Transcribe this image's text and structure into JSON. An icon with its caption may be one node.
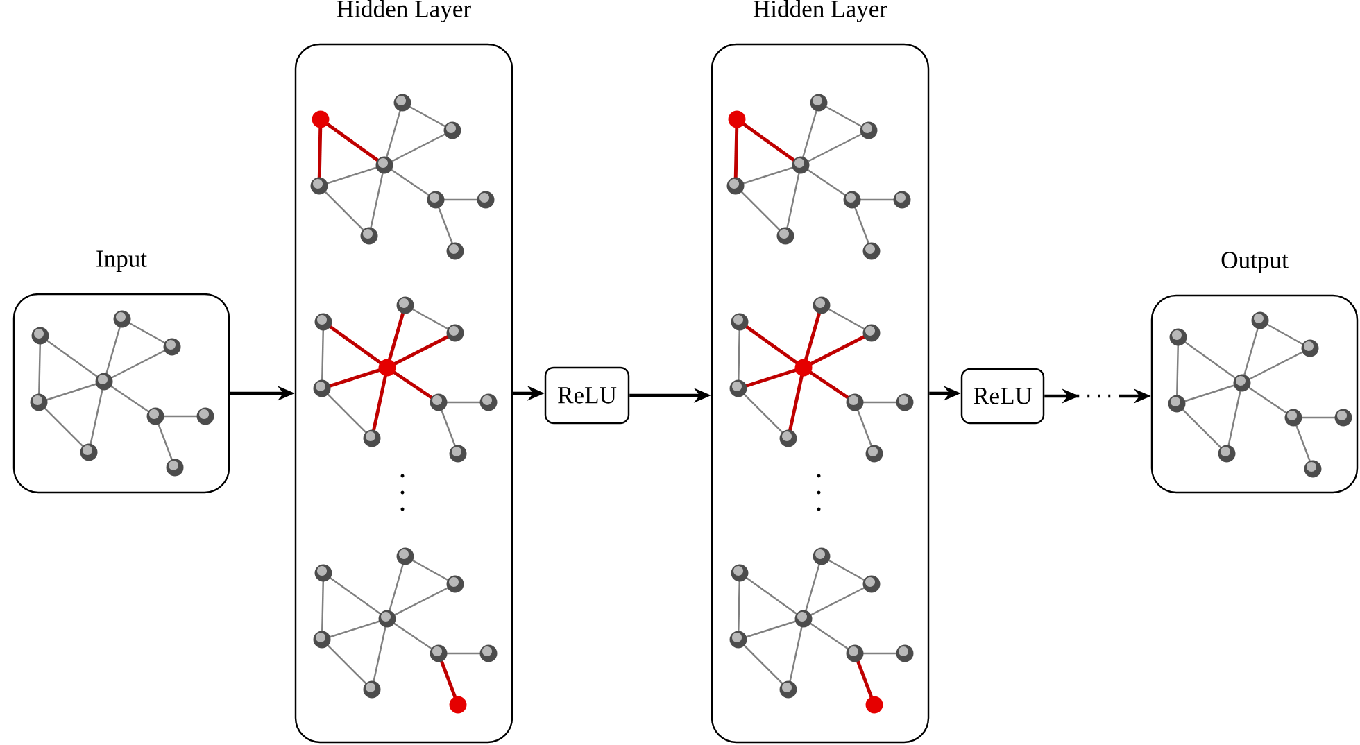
{
  "diagram": {
    "nodes": [
      {
        "text": [
          "Input"
        ]
      },
      {
        "text": [
          "Hidden Layer"
        ]
      },
      {
        "text": [
          "ReLU"
        ]
      },
      {
        "text": [
          "Hidden Layer"
        ]
      },
      {
        "text": [
          "ReLU"
        ]
      },
      {
        "text": [
          "Output"
        ]
      }
    ],
    "edges": [
      {
        "from": 0,
        "to": 1,
        "arrow": "to"
      },
      {
        "from": 1,
        "to": 2,
        "arrow": "to"
      },
      {
        "from": 2,
        "to": 3,
        "arrow": "to"
      },
      {
        "from": 3,
        "to": 4,
        "arrow": "to"
      },
      {
        "from": 4,
        "to": 5,
        "arrow": "to",
        "style": "dashed"
      }
    ]
  }
}
